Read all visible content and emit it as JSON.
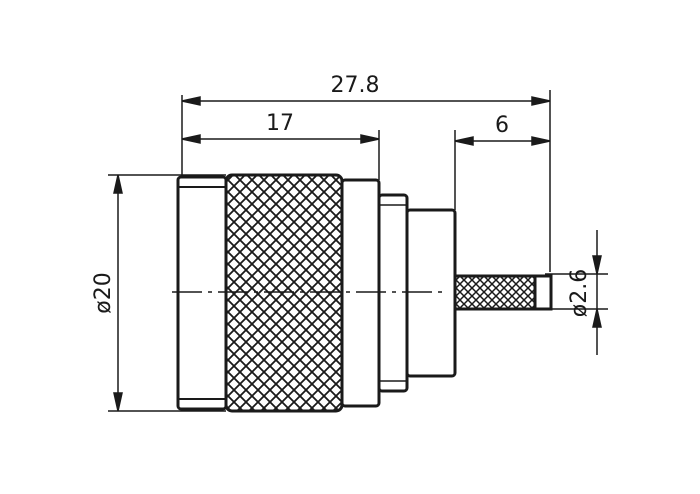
{
  "dimensions": {
    "overall_length": "27.8",
    "body_length": "17",
    "pin_length": "6",
    "body_diameter": "ø20",
    "pin_diameter": "ø2.6"
  },
  "colors": {
    "line": "#1a1a1a",
    "knurl": "#1a1a1a",
    "background": "#ffffff"
  }
}
